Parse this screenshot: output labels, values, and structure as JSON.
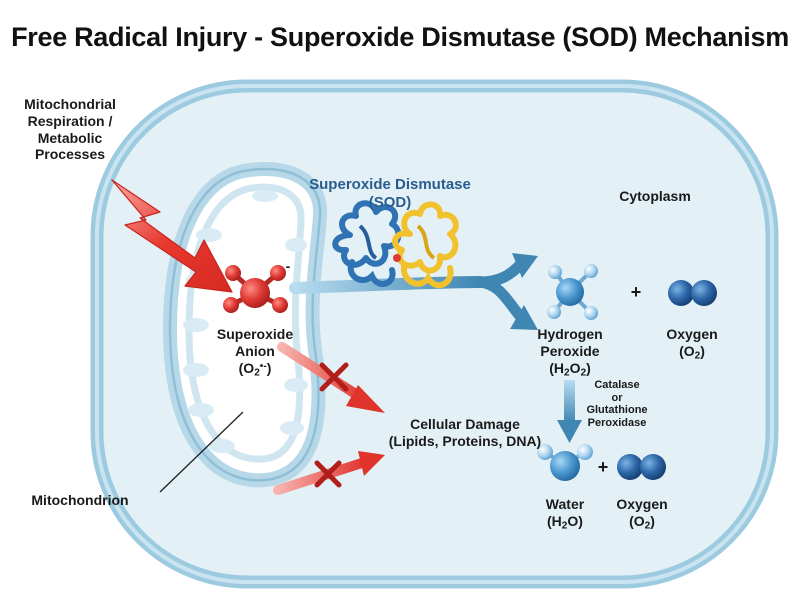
{
  "title": "Free Radical Injury - Superoxide Dismutase (SOD) Mechanism",
  "source_label": {
    "line1": "Mitochondrial",
    "line2": "Respiration /",
    "line3": "Metabolic",
    "line4": "Processes"
  },
  "enzyme_label": {
    "line1": "Superoxide Dismutase",
    "line2": "(SOD)"
  },
  "cytoplasm_label": "Cytoplasm",
  "superoxide": {
    "line1": "Superoxide",
    "line2": "Anion",
    "formula_open": "(O",
    "formula_sub": "2",
    "formula_sup": "•-",
    "formula_close": ")",
    "charge": "-"
  },
  "hydrogen_peroxide": {
    "line1": "Hydrogen",
    "line2": "Peroxide",
    "formula_open": "(H",
    "formula_sub1": "2",
    "formula_mid": "O",
    "formula_sub2": "2",
    "formula_close": ")"
  },
  "oxygen_top": {
    "line1": "Oxygen",
    "formula_open": "(O",
    "formula_sub": "2",
    "formula_close": ")"
  },
  "plus_sign": "+",
  "catalase": {
    "line1": "Catalase",
    "line2": "or",
    "line3": "Glutathione",
    "line4": "Peroxidase"
  },
  "water": {
    "line1": "Water",
    "formula_open": "(H",
    "formula_sub": "2",
    "formula_close": "O)"
  },
  "oxygen_bottom": {
    "line1": "Oxygen",
    "formula_open": "(O",
    "formula_sub": "2",
    "formula_close": ")"
  },
  "damage": {
    "line1": "Cellular Damage",
    "line2": "(Lipids, Proteins, DNA)"
  },
  "mitochondrion_label": "Mitochondrion",
  "colors": {
    "cell_fill": "#e3f1f7",
    "cell_border": "#9ccbe0",
    "mito_fill": "#ffffff",
    "radical_red": "#e03a35",
    "lightning_red": "#e8382f",
    "arrow_blue": "#3f86b3",
    "molecule_blue": "#4a97cf",
    "hydrogen_light": "#8fc4e8",
    "oxygen_dark": "#2c66a8",
    "sod_blue": "#2f73b5",
    "sod_yellow": "#f1c22d",
    "sod_text": "#2a5d8f"
  }
}
